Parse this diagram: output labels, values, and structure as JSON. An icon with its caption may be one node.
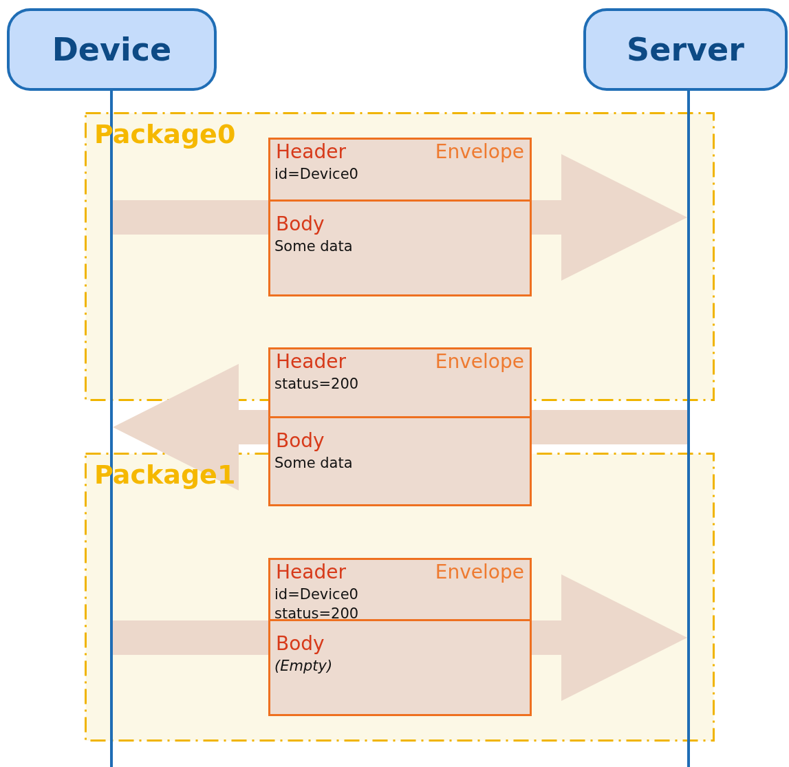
{
  "diagram": {
    "nodes": [
      {
        "text": [
          "Device"
        ]
      },
      {
        "text": [
          "Server"
        ]
      },
      {
        "text": [],
        "shape": "line"
      },
      {
        "text": [],
        "shape": "line"
      },
      {
        "text": [
          "Package0"
        ]
      },
      {
        "text": [
          "Header",
          "Envelope",
          "id=Device0",
          "Body",
          "Some data"
        ],
        "in": 4
      },
      {
        "text": [
          "Header",
          "Envelope",
          "status=200",
          "Body",
          "Some data"
        ]
      },
      {
        "text": [
          "Package1"
        ]
      },
      {
        "text": [
          "Header",
          "Envelope",
          "id=Device0",
          "status=200",
          "Body",
          "(Empty)"
        ],
        "in": 7
      }
    ],
    "edges": [
      {
        "from": 2,
        "to": 5,
        "arrow": "none"
      },
      {
        "from": 5,
        "to": 3,
        "arrow": "to"
      },
      {
        "from": 3,
        "to": 6,
        "arrow": "none"
      },
      {
        "from": 6,
        "to": 2,
        "arrow": "to"
      },
      {
        "from": 2,
        "to": 8,
        "arrow": "none"
      },
      {
        "from": 8,
        "to": 3,
        "arrow": "to"
      }
    ]
  }
}
